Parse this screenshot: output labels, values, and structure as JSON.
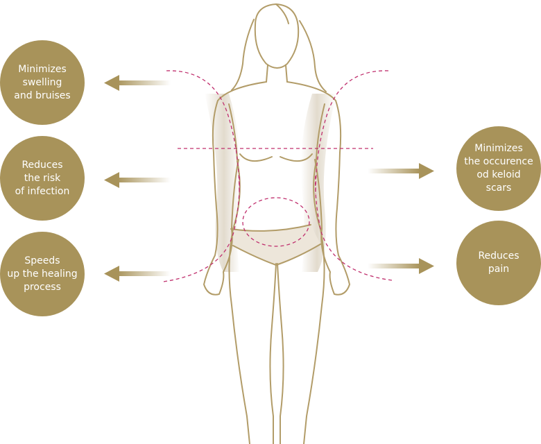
{
  "benefits_left": [
    {
      "text": "Minimizes\nswelling\nand bruises"
    },
    {
      "text": "Reduces\nthe risk\nof infection"
    },
    {
      "text": "Speeds\nup the healing\nprocess"
    }
  ],
  "benefits_right": [
    {
      "text": "Minimizes\nthe occurence\nod keloid\nscars"
    },
    {
      "text": "Reduces\npain"
    }
  ],
  "colors": {
    "accent_gold": "#a8935a",
    "outline": "#b29c68",
    "dashed_line": "#c0306e",
    "garment_fill": "#ede6da"
  },
  "icons": [
    "arrow-left-icon",
    "arrow-right-icon",
    "female-body-outline-icon"
  ]
}
